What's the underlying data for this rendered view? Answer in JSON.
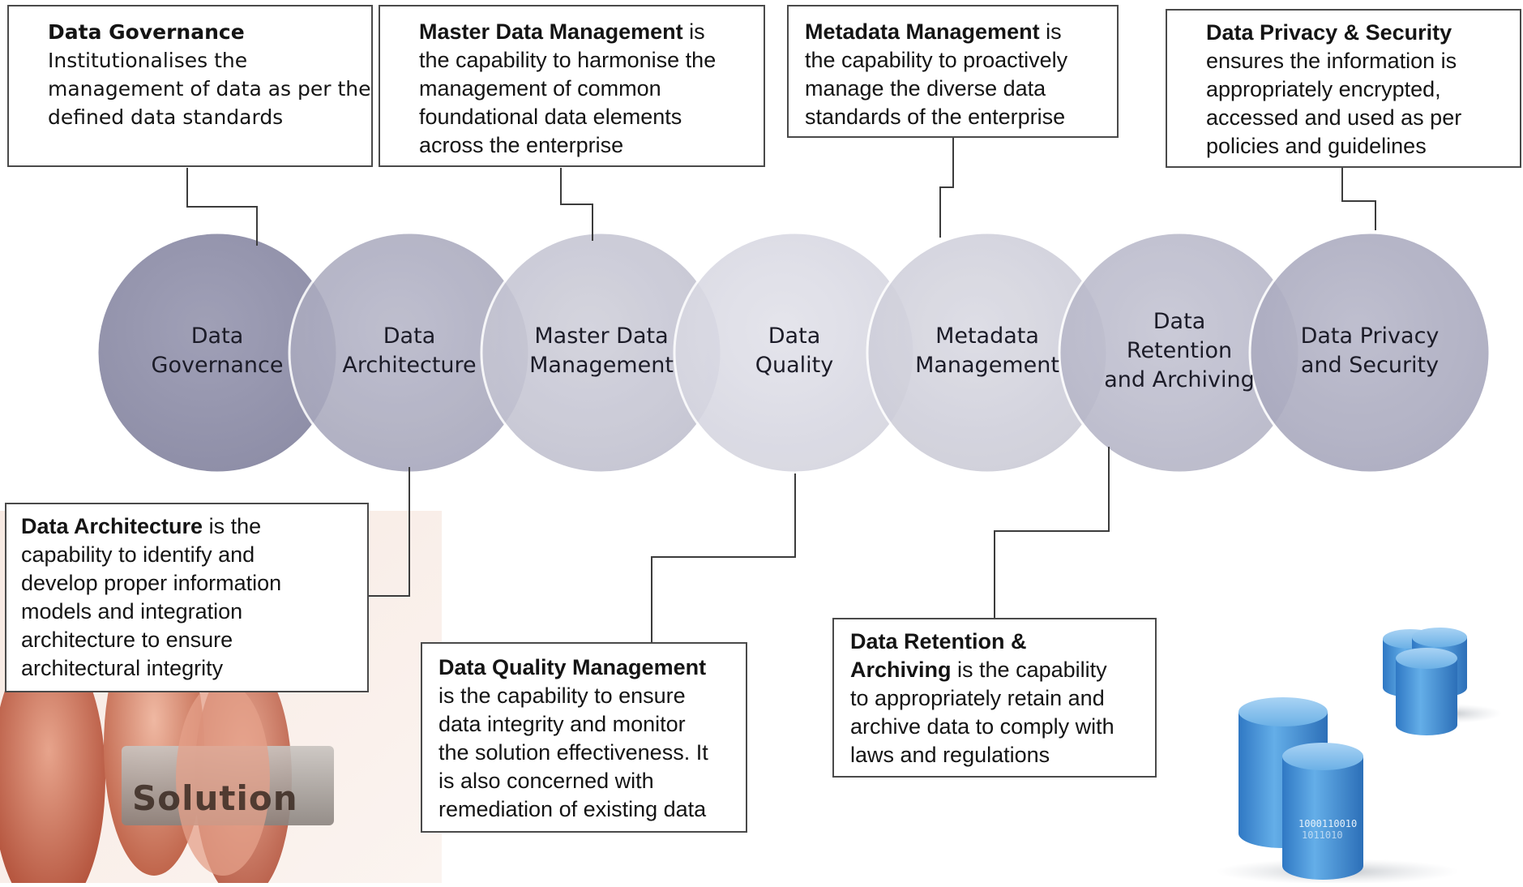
{
  "circles": [
    {
      "id": "data-governance",
      "label": [
        "Data",
        "Governance"
      ]
    },
    {
      "id": "data-architecture",
      "label": [
        "Data",
        "Architecture"
      ]
    },
    {
      "id": "master-data-management",
      "label": [
        "Master Data",
        "Management"
      ]
    },
    {
      "id": "data-quality",
      "label": [
        "Data",
        "Quality"
      ]
    },
    {
      "id": "metadata-management",
      "label": [
        "Metadata",
        "Management"
      ]
    },
    {
      "id": "data-retention",
      "label": [
        "Data",
        "Retention",
        "and Archiving"
      ]
    },
    {
      "id": "data-privacy",
      "label": [
        "Data Privacy",
        "and Security"
      ]
    }
  ],
  "callouts": {
    "governance": {
      "title": "Data Governance",
      "body": [
        "Institutionalises the",
        "management of data as per the",
        "defined data standards"
      ]
    },
    "mdm": {
      "title": "Master Data Management",
      "title_tail": " is",
      "body": [
        "the capability to harmonise the",
        "management of common",
        "foundational data elements",
        "across the enterprise"
      ]
    },
    "metadata": {
      "title": "Metadata Management",
      "title_tail": " is",
      "body": [
        "the capability to proactively",
        "manage the diverse data",
        "standards of the enterprise"
      ]
    },
    "privacy": {
      "title": "Data Privacy & Security",
      "body": [
        "ensures the information is",
        "appropriately encrypted,",
        "accessed and used as per",
        "policies and guidelines"
      ]
    },
    "architecture": {
      "title": "Data Architecture",
      "title_tail": " is the",
      "body": [
        "capability to identify and",
        "develop proper information",
        "models and integration",
        "architecture to ensure",
        "architectural integrity"
      ]
    },
    "quality": {
      "title": "Data Quality Management",
      "body": [
        "is the capability to ensure",
        "data integrity and monitor",
        "the solution effectiveness. It",
        "is also concerned with",
        "remediation of existing data"
      ]
    },
    "retention": {
      "title_line1": "Data Retention &",
      "title_line2": "Archiving",
      "title_tail": " is the capability",
      "body": [
        "to appropriately retain and",
        "archive data to comply with",
        "laws and regulations"
      ]
    }
  },
  "photo": {
    "button_text": "Solution"
  },
  "database": {
    "code_line1": "1000110010",
    "code_line2": "1011010"
  },
  "colors": {
    "circle_dark": "#8e8ea8",
    "circle_mid": "#b2b2c4",
    "circle_light": "#d6d6e0",
    "connector": "#3c3c3c",
    "database_blue": "#3f8fd8"
  }
}
